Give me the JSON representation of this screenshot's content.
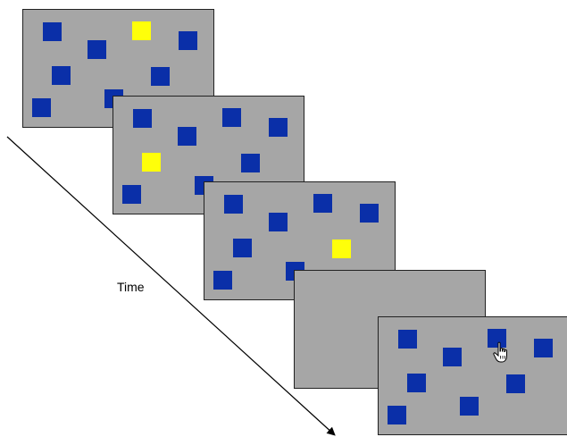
{
  "time_label": "Time",
  "colors": {
    "frame_bg": "#a6a6a6",
    "target_blue": "#0a2fa8",
    "highlight_yellow": "#ffff0a"
  },
  "frames": [
    {
      "name": "frame-1",
      "role": "display",
      "squares": 8,
      "highlighted": 1
    },
    {
      "name": "frame-2",
      "role": "display",
      "squares": 8,
      "highlighted": 1
    },
    {
      "name": "frame-3",
      "role": "display",
      "squares": 8,
      "highlighted": 1
    },
    {
      "name": "frame-4",
      "role": "blank",
      "squares": 0,
      "highlighted": 0
    },
    {
      "name": "frame-5",
      "role": "response",
      "squares": 8,
      "highlighted": 0,
      "cursor": "hand-pointer-icon"
    }
  ]
}
